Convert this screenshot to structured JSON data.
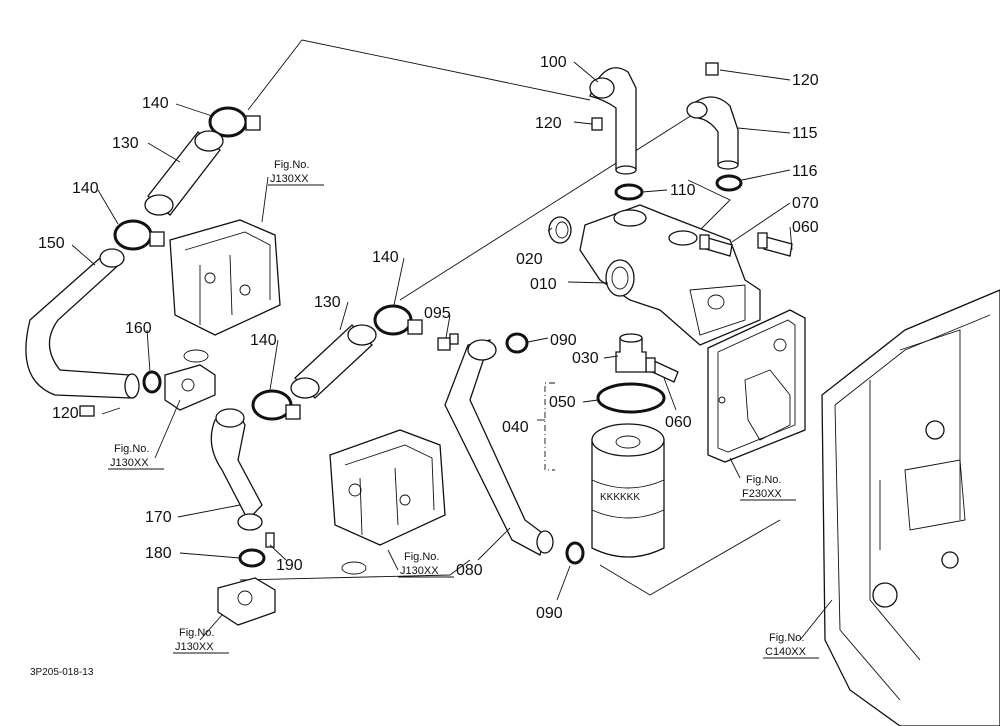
{
  "diagram": {
    "parts": [
      "100",
      "120",
      "120",
      "115",
      "110",
      "116",
      "070",
      "060",
      "020",
      "010",
      "140",
      "130",
      "140",
      "150",
      "160",
      "120",
      "140",
      "130",
      "140",
      "095",
      "090",
      "030",
      "060",
      "050",
      "040",
      "170",
      "180",
      "190",
      "080",
      "090"
    ],
    "fig_refs": [
      {
        "prefix": "Fig.No.",
        "code": "J130XX"
      },
      {
        "prefix": "Fig.No.",
        "code": "J130XX"
      },
      {
        "prefix": "Fig.No.",
        "code": "J130XX"
      },
      {
        "prefix": "Fig.No.",
        "code": "J130XX"
      },
      {
        "prefix": "Fig.No.",
        "code": "F230XX"
      },
      {
        "prefix": "Fig.No.",
        "code": "C140XX"
      }
    ],
    "drawing_code": "3P205-018-13"
  }
}
